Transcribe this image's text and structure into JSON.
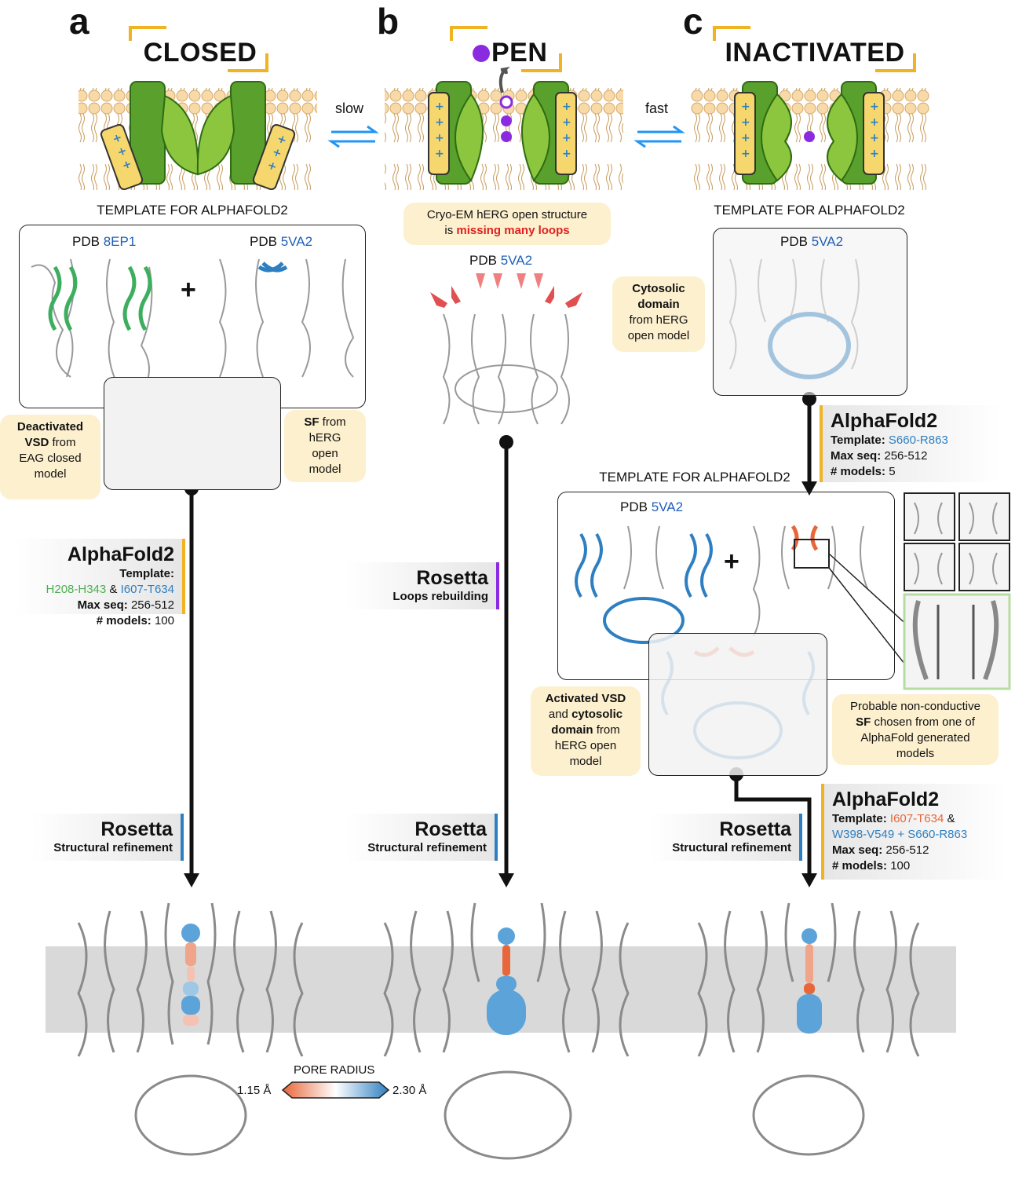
{
  "panels": {
    "a": {
      "letter": "a",
      "state": "CLOSED",
      "template_heading": "TEMPLATE FOR ALPHAFOLD2"
    },
    "b": {
      "letter": "b",
      "state": "PEN"
    },
    "c": {
      "letter": "c",
      "state": "INACTIVATED",
      "template_heading": "TEMPLATE FOR ALPHAFOLD2"
    }
  },
  "transitions": {
    "ab": "slow",
    "bc": "fast"
  },
  "panel_a": {
    "pdb_left_prefix": "PDB",
    "pdb_left_id": "8EP1",
    "pdb_right_prefix": "PDB",
    "pdb_right_id": "5VA2",
    "plus": "+",
    "note_left": {
      "bold": "Deactivated",
      "line2_bold": "VSD",
      "line2_rest": " from",
      "line3": "EAG closed",
      "line4": "model"
    },
    "note_right": {
      "bold": "SF",
      "rest": " from",
      "line2": "hERG",
      "line3": "open",
      "line4": "model"
    },
    "alphafold": {
      "title": "AlphaFold2",
      "template_label": "Template:",
      "template_green": "H208-H343",
      "amp": "&",
      "template_blue": "I607-T634",
      "maxseq_label": "Max seq:",
      "maxseq": "256-512",
      "models_label": "# models:",
      "models": "100"
    },
    "rosetta": {
      "title": "Rosetta",
      "subtitle": "Structural refinement"
    }
  },
  "panel_b": {
    "note": {
      "line1": "Cryo-EM hERG open structure",
      "line2_prefix": "is ",
      "line2_red": "missing many loops"
    },
    "pdb_prefix": "PDB",
    "pdb_id": "5VA2",
    "rosetta_loops": {
      "title": "Rosetta",
      "subtitle": "Loops rebuilding"
    },
    "rosetta": {
      "title": "Rosetta",
      "subtitle": "Structural refinement"
    }
  },
  "panel_c": {
    "pdb_prefix": "PDB",
    "pdb_id": "5VA2",
    "note_cyto": {
      "line1_bold": "Cytosolic",
      "line2_bold": "domain",
      "line3": "from hERG",
      "line4": "open model"
    },
    "alphafold1": {
      "title": "AlphaFold2",
      "template_label": "Template:",
      "template_blue": "S660-R863",
      "maxseq_label": "Max seq:",
      "maxseq": "256-512",
      "models_label": "# models:",
      "models": "5"
    },
    "template_heading2": "TEMPLATE FOR ALPHAFOLD2",
    "pdb2_prefix": "PDB",
    "pdb2_id": "5VA2",
    "plus": "+",
    "note_vsd": {
      "line1_bold": "Activated VSD",
      "line2_pre": "and ",
      "line2_bold": "cytosolic",
      "line3_bold": "domain",
      "line3_rest": " from",
      "line4": "hERG open",
      "line5": "model"
    },
    "note_sf": {
      "line1": "Probable non-conductive",
      "line2_bold": "SF",
      "line2_rest": " chosen from one of",
      "line3": "AlphaFold generated",
      "line4": "models"
    },
    "alphafold2": {
      "title": "AlphaFold2",
      "template_label": "Template:",
      "template_orange": "I607-T634",
      "amp": "&",
      "template_blue": "W398-V549 + S660-R863",
      "maxseq_label": "Max seq:",
      "maxseq": "256-512",
      "models_label": "# models:",
      "models": "100"
    },
    "rosetta": {
      "title": "Rosetta",
      "subtitle": "Structural refinement"
    }
  },
  "legend": {
    "title": "PORE RADIUS",
    "min": "1.15 Å",
    "max": "2.30 Å",
    "color_min": "#e8663a",
    "color_max": "#2e7fc1"
  },
  "colors": {
    "channel_green": "#8cc63f",
    "channel_dark_green": "#5aa02c",
    "vsd_yellow": "#f5d76e",
    "lipid_head": "#f8d9a8",
    "arrow_blue": "#2196f3",
    "ion_purple": "#8a2be2",
    "bracket_orange": "#f0b323",
    "membrane_gray": "#d9d9d9"
  }
}
